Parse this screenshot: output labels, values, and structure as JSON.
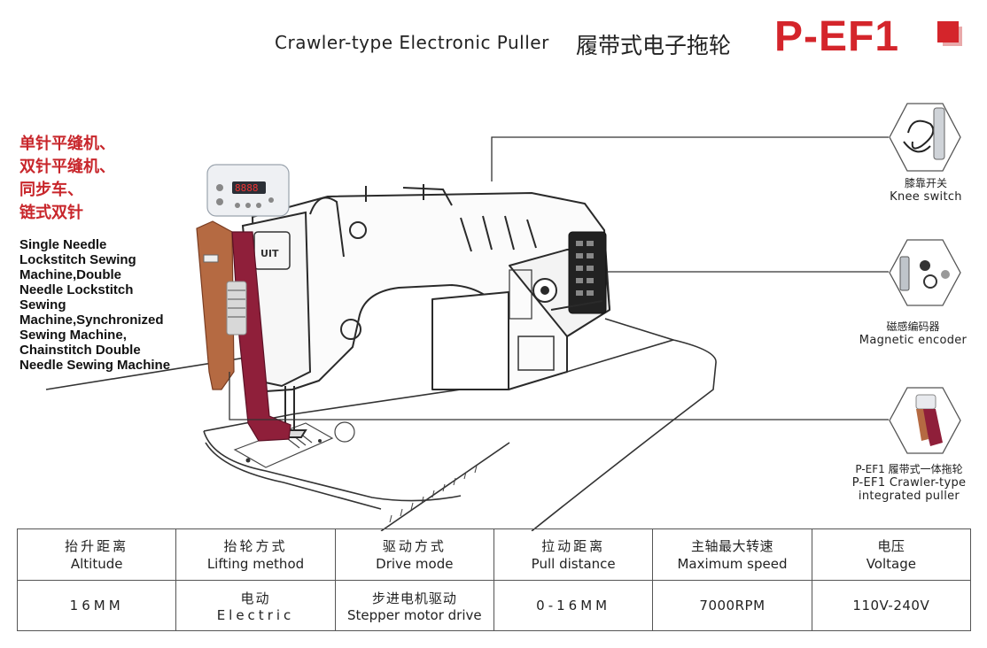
{
  "header": {
    "title_en": "Crawler-type Electronic Puller",
    "title_cn": "履带式电子拖轮",
    "model": "P-EF1",
    "brand_color": "#d4252b"
  },
  "applicable": {
    "cn_lines": [
      "单针平缝机、",
      "双针平缝机、",
      "同步车、",
      "链式双针"
    ],
    "en_lines": [
      "Single Needle",
      "Lockstitch Sewing",
      "Machine,Double",
      "Needle Lockstitch",
      "Sewing",
      "Machine,Synchronized",
      "Sewing Machine,",
      "Chainstitch Double",
      "Needle Sewing Machine"
    ]
  },
  "accessories": [
    {
      "cn": "膝靠开关",
      "en": "Knee switch"
    },
    {
      "cn": "磁感编码器",
      "en": "Magnetic encoder"
    },
    {
      "cn": "P-EF1 履带式一体拖轮",
      "en": "P-EF1 Crawler-type",
      "en2": "integrated puller"
    }
  ],
  "controller": {
    "display": "8888"
  },
  "specs": {
    "headers": [
      {
        "cn": "抬升距离",
        "en": "Altitude"
      },
      {
        "cn": "抬轮方式",
        "en": "Lifting method"
      },
      {
        "cn": "驱动方式",
        "en": "Drive mode"
      },
      {
        "cn": "拉动距离",
        "en": "Pull distance"
      },
      {
        "cn": "主轴最大转速",
        "en": "Maximum speed"
      },
      {
        "cn": "电压",
        "en": "Voltage"
      }
    ],
    "values": [
      {
        "a": "16MM"
      },
      {
        "a": "电动",
        "b": "Electric"
      },
      {
        "a": "步进电机驱动",
        "b": "Stepper motor drive"
      },
      {
        "a": "0-16MM"
      },
      {
        "a": "7000RPM"
      },
      {
        "a": "110V-240V"
      }
    ]
  }
}
